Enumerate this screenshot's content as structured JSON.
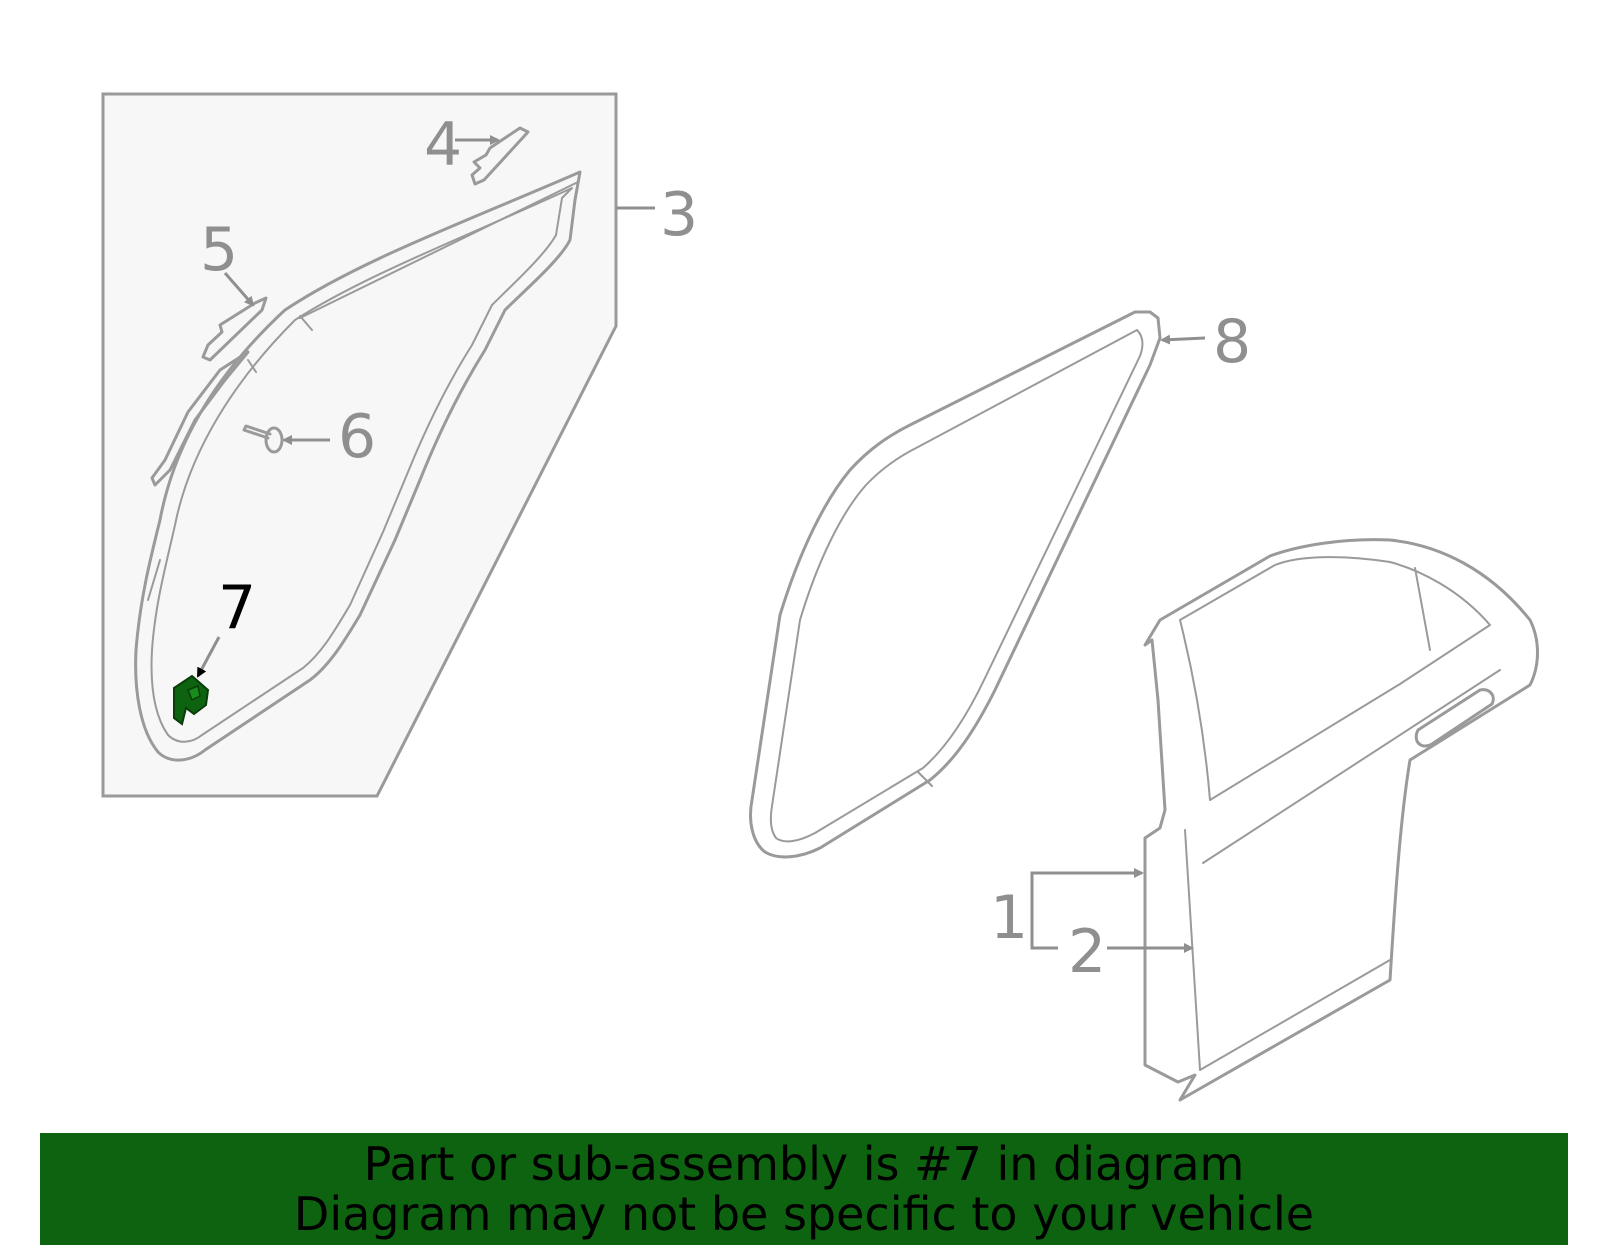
{
  "diagram": {
    "callouts": [
      {
        "id": "1",
        "label": "1"
      },
      {
        "id": "2",
        "label": "2"
      },
      {
        "id": "3",
        "label": "3"
      },
      {
        "id": "4",
        "label": "4"
      },
      {
        "id": "5",
        "label": "5"
      },
      {
        "id": "6",
        "label": "6"
      },
      {
        "id": "7",
        "label": "7",
        "highlighted": true
      },
      {
        "id": "8",
        "label": "8"
      }
    ],
    "highlighted_part": "7"
  },
  "banner": {
    "line1": "Part or sub-assembly is #7 in diagram",
    "line2": "Diagram may not be specific to your vehicle"
  },
  "colors": {
    "line_art": "#9a9a9a",
    "highlight_part": "#0e6310",
    "banner_background": "#0e6310",
    "banner_text": "#000000",
    "inset_background": "#f7f7f7"
  }
}
